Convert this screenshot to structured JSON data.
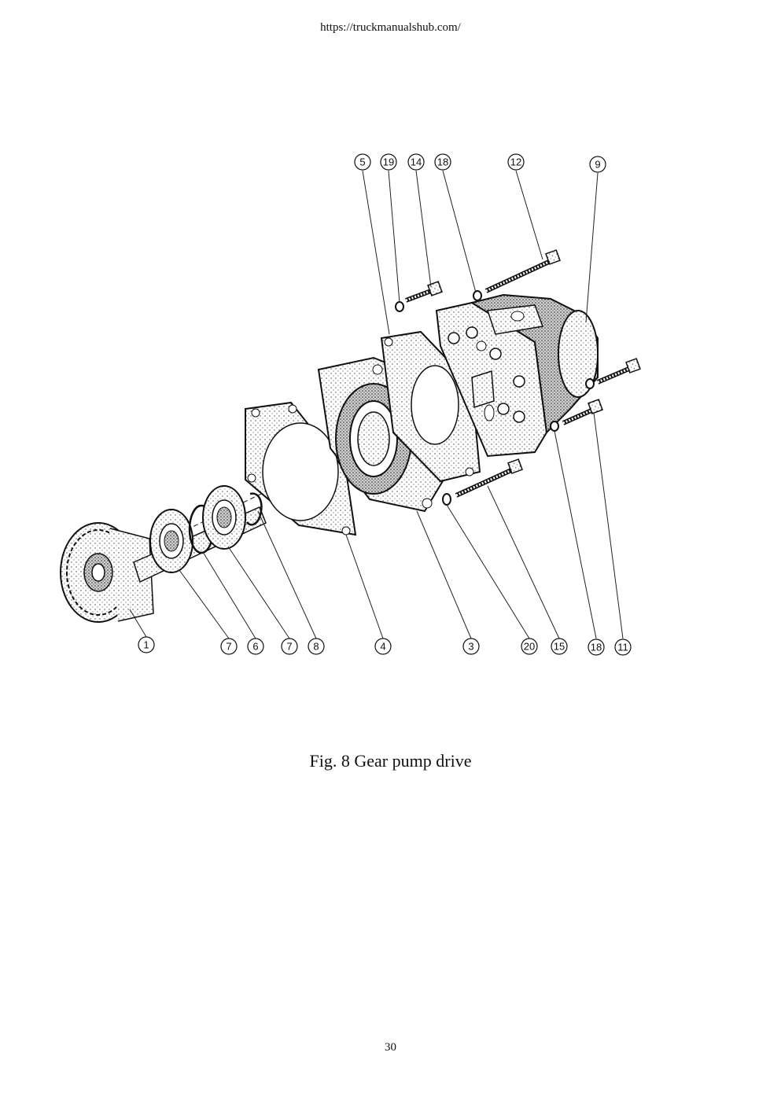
{
  "header": {
    "url": "https://truckmanualshub.com/"
  },
  "figure": {
    "callouts_top": [
      "5",
      "19",
      "14",
      "18",
      "12",
      "9"
    ],
    "callouts_bottom": [
      "1",
      "7",
      "6",
      "7",
      "8",
      "4",
      "3",
      "20",
      "15",
      "18",
      "11"
    ]
  },
  "caption": "Fig. 8  Gear pump drive",
  "page_number": "30"
}
